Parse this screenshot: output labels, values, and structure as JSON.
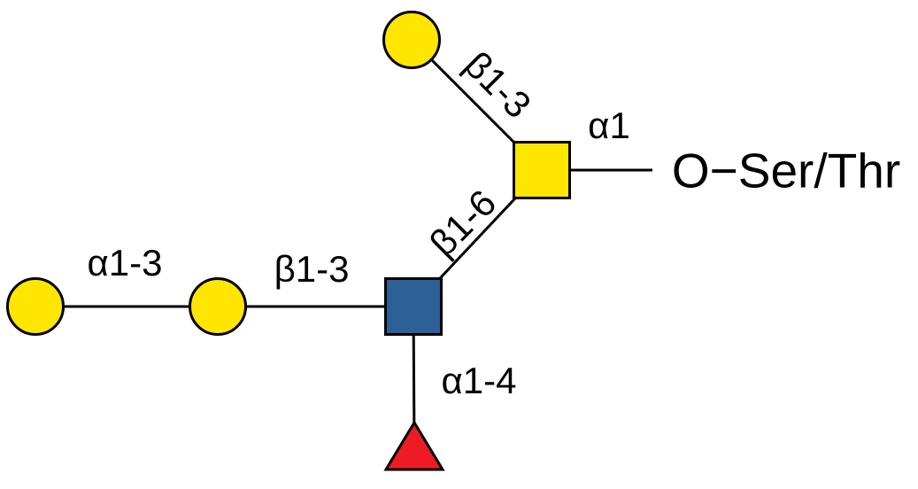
{
  "diagram": {
    "type": "glycan-structure",
    "colors": {
      "yellow": "#FFE600",
      "blue": "#2D6096",
      "red": "#ED1C24",
      "outline": "#000000"
    },
    "nodes": {
      "top_circle": {
        "shape": "circle",
        "color": "#FFE600"
      },
      "center_square": {
        "shape": "square",
        "color": "#FFE600"
      },
      "branch_square": {
        "shape": "square",
        "color": "#2D6096"
      },
      "mid_circle": {
        "shape": "circle",
        "color": "#FFE600"
      },
      "left_circle": {
        "shape": "circle",
        "color": "#FFE600"
      },
      "bottom_triangle": {
        "shape": "triangle",
        "color": "#ED1C24"
      }
    },
    "labels": {
      "alpha1": "α1",
      "beta1_3_top": "β1-3",
      "beta1_6": "β1-6",
      "beta1_3_left": "β1-3",
      "alpha1_3": "α1-3",
      "alpha1_4": "α1-4",
      "anchor": "O−Ser/Thr"
    }
  }
}
